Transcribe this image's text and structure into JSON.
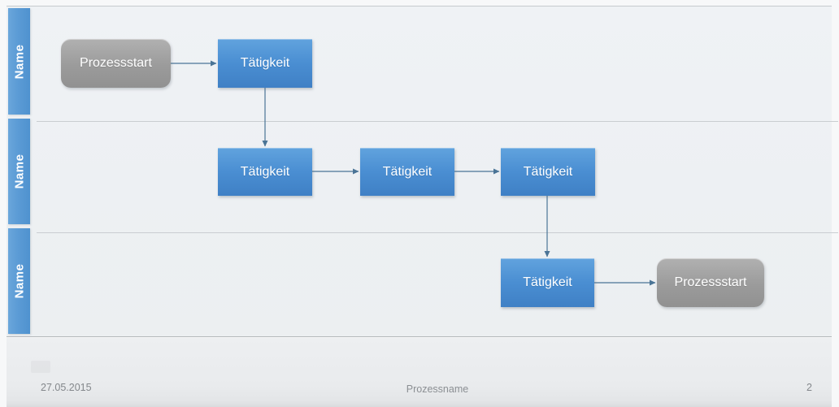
{
  "slide": {
    "lanes": [
      {
        "label": "Name"
      },
      {
        "label": "Name"
      },
      {
        "label": "Name"
      }
    ],
    "nodes": {
      "start": {
        "label": "Prozessstart",
        "type": "terminator"
      },
      "task1": {
        "label": "Tätigkeit",
        "type": "task"
      },
      "task2": {
        "label": "Tätigkeit",
        "type": "task"
      },
      "task3": {
        "label": "Tätigkeit",
        "type": "task"
      },
      "task4": {
        "label": "Tätigkeit",
        "type": "task"
      },
      "task5": {
        "label": "Tätigkeit",
        "type": "task"
      },
      "end": {
        "label": "Prozessstart",
        "type": "terminator"
      }
    },
    "footer": {
      "date": "27.05.2015",
      "process_name": "Prozessname",
      "page_number": "2"
    },
    "colors": {
      "accent_blue": "#5b9bd5",
      "task_fill_top": "#61a3de",
      "task_fill_bottom": "#3f80c5",
      "terminator_fill_top": "#b1b1b1",
      "terminator_fill_bottom": "#919191",
      "connector": "#4a7496",
      "canvas_background": "#eef1f4",
      "footer_text": "#83878b"
    }
  }
}
